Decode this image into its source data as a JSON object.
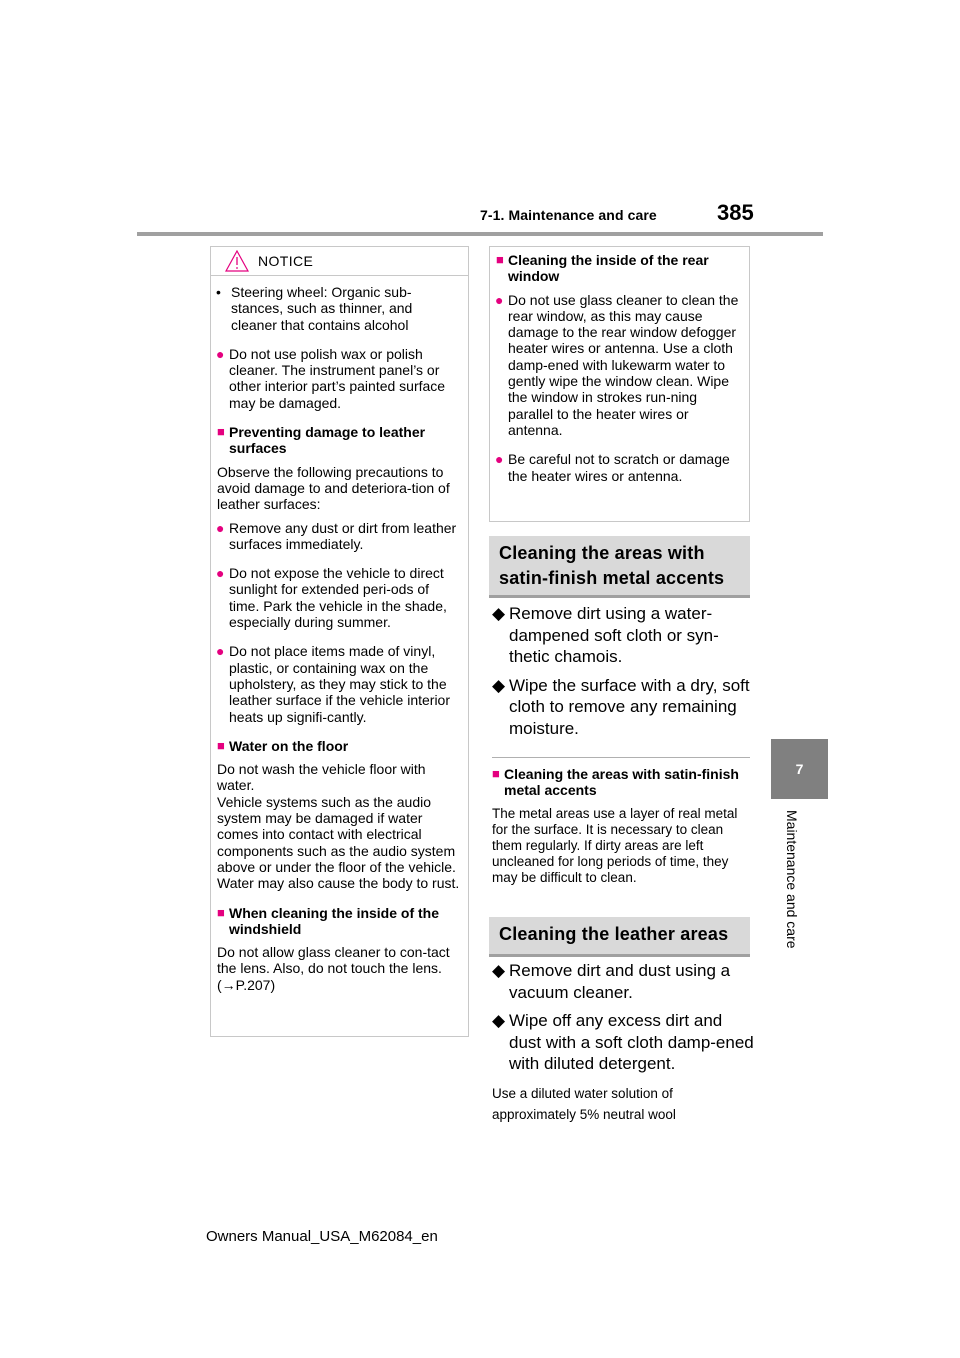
{
  "header": {
    "section": "7-1. Maintenance and care",
    "page": "385"
  },
  "tab": {
    "number": "7",
    "label": "Maintenance and care"
  },
  "notice": {
    "title": "NOTICE",
    "steering": "Steering wheel: Organic sub-stances, such as thinner, and cleaner that contains alcohol",
    "polish": "Do not use polish wax or polish cleaner. The instrument panel’s or other interior part’s painted surface may be damaged.",
    "leather_head": "Preventing damage to leather surfaces",
    "leather_intro": "Observe the following precautions to avoid damage to and deteriora-tion of leather surfaces:",
    "leather_b1": "Remove any dust or dirt from leather surfaces immediately.",
    "leather_b2": "Do not expose the vehicle to direct sunlight for extended peri-ods of time. Park the vehicle in the shade, especially during summer.",
    "leather_b3": "Do not place items made of vinyl, plastic, or containing wax on the upholstery, as they may stick to the leather surface if the vehicle interior heats up signifi-cantly.",
    "floor_head": "Water on the floor",
    "floor_text": "Do not wash the vehicle floor with water.",
    "floor_text2": "Vehicle systems such as the audio system may be damaged if water comes into contact with electrical components such as the audio system above or under the floor of the vehicle. Water may also cause the body to rust.",
    "windshield_head": "When cleaning the inside of the windshield",
    "windshield_text": "Do not allow glass cleaner to con-tact the lens. Also, do not touch the lens. (",
    "windshield_ref": "P.207)"
  },
  "rear_window": {
    "head": "Cleaning the inside of the rear window",
    "b1": "Do not use glass cleaner to clean the rear window, as this may cause damage to the rear window defogger heater wires or antenna. Use a cloth damp-ened with lukewarm water to gently wipe the window clean. Wipe the window in strokes run-ning parallel to the heater wires or antenna.",
    "b2": "Be careful not to scratch or damage the heater wires or antenna."
  },
  "satin": {
    "title": "Cleaning the areas with satin-finish metal accents",
    "b1": "Remove dirt using a water-dampened soft cloth or syn-thetic chamois.",
    "b2": "Wipe the surface with a dry, soft cloth to remove any remaining moisture.",
    "sub_head": "Cleaning the areas with satin-finish metal accents",
    "sub_text": "The metal areas use a layer of real metal for the surface. It is necessary to clean them regularly. If dirty areas are left uncleaned for long periods of time, they may be difficult to clean."
  },
  "leather": {
    "title": "Cleaning the leather areas",
    "b1": "Remove dirt and dust using a vacuum cleaner.",
    "b2": "Wipe off any excess dirt and dust with a soft cloth damp-ened with diluted detergent.",
    "note": "Use a diluted water solution of approximately 5% neutral wool"
  },
  "footer": "Owners Manual_USA_M62084_en",
  "accent_color": "#e4007f"
}
